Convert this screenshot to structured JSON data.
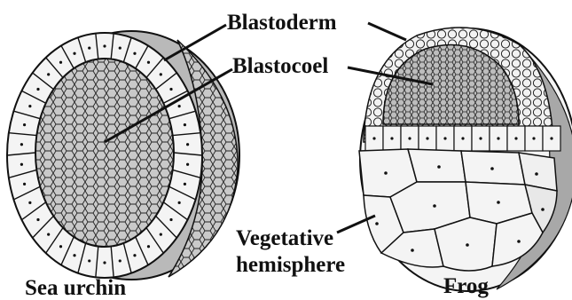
{
  "figure": {
    "labels": {
      "blastoderm": "Blastoderm",
      "blastocoel": "Blastocoel",
      "vegetative_line1": "Vegetative",
      "vegetative_line2": "hemisphere",
      "sea_urchin": "Sea urchin",
      "frog": "Frog"
    },
    "colors": {
      "ink": "#111111",
      "cell_fill": "#f4f4f4",
      "cavity_fill": "#c9c9c9",
      "shadow_fill": "#9a9a9a"
    }
  }
}
